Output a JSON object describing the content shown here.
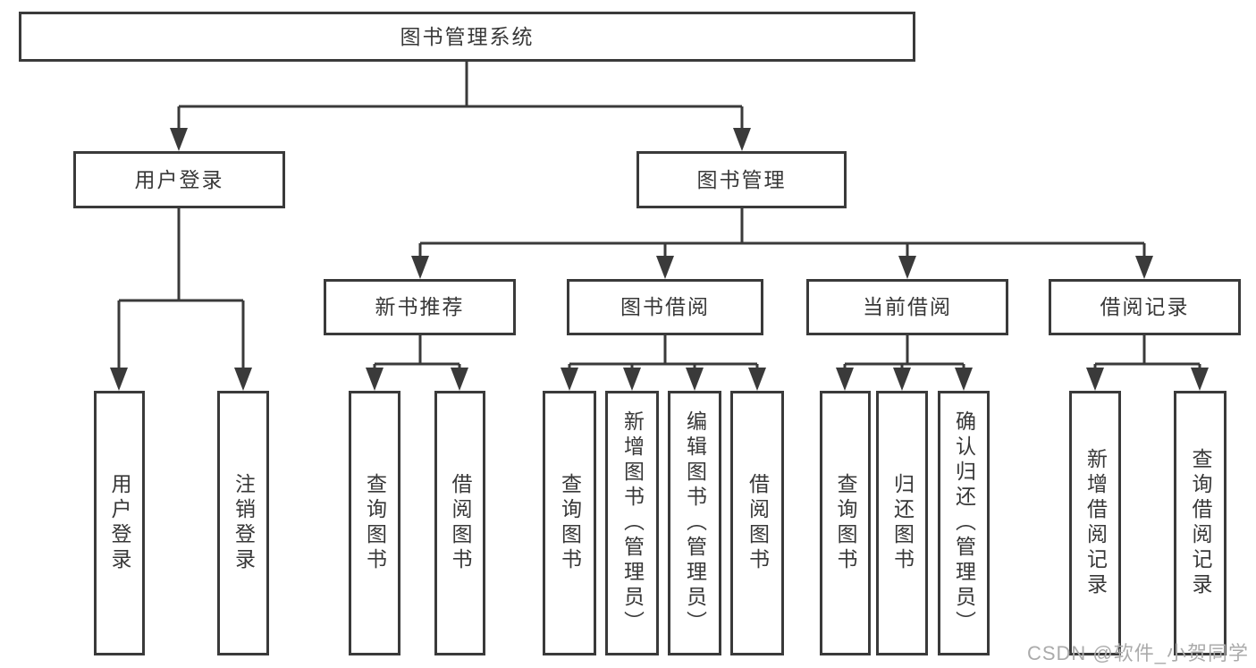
{
  "diagram": {
    "type": "hierarchy-tree",
    "tree": {
      "root": {
        "label": "图书管理系统",
        "children": [
          {
            "label": "用户登录",
            "children": [
              {
                "label": "用户登录"
              },
              {
                "label": "注销登录"
              }
            ]
          },
          {
            "label": "图书管理",
            "children": [
              {
                "label": "新书推荐",
                "children": [
                  {
                    "label": "查询图书"
                  },
                  {
                    "label": "借阅图书"
                  }
                ]
              },
              {
                "label": "图书借阅",
                "children": [
                  {
                    "label": "查询图书"
                  },
                  {
                    "label": "新增图书（管理员）"
                  },
                  {
                    "label": "编辑图书（管理员）"
                  },
                  {
                    "label": "借阅图书"
                  }
                ]
              },
              {
                "label": "当前借阅",
                "children": [
                  {
                    "label": "查询图书"
                  },
                  {
                    "label": "归还图书"
                  },
                  {
                    "label": "确认归还（管理员）"
                  }
                ]
              },
              {
                "label": "借阅记录",
                "children": [
                  {
                    "label": "新增借阅记录"
                  },
                  {
                    "label": "查询借阅记录"
                  }
                ]
              }
            ]
          }
        ]
      }
    },
    "colors": {
      "line": "#3a3a3a",
      "text": "#383838",
      "box_background": "#ffffff",
      "watermark": "#ababab"
    }
  },
  "watermark": {
    "text": "CSDN @软件_小贺同学"
  }
}
